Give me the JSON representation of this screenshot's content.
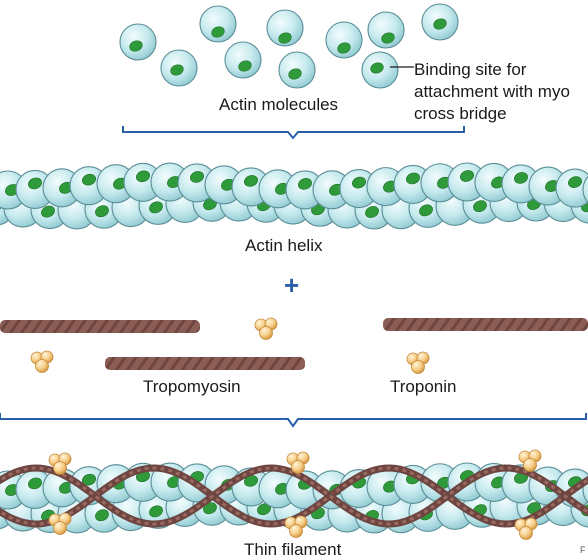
{
  "labels": {
    "actin_molecules": "Actin molecules",
    "binding_site_line1": "Binding site for",
    "binding_site_line2": "attachment with myo",
    "binding_site_line3": "cross bridge",
    "actin_helix": "Actin helix",
    "plus": "+",
    "tropomyosin": "Tropomyosin",
    "troponin": "Troponin",
    "thin_filament": "Thin filament",
    "corner_mark": "F"
  },
  "colors": {
    "actin_fill": "#bfe6ea",
    "actin_stroke": "#5a8d96",
    "binding_site": "#2f9a3a",
    "tropomyosin": "#8a5a52",
    "troponin": "#f2c47a",
    "bracket": "#2a5fa8",
    "plus": "#2a5fa8"
  },
  "icons": {
    "actin_molecule": "sphere",
    "binding_site": "green-dot",
    "troponin": "three-ball-cluster",
    "tropomyosin": "twisted-rope"
  }
}
